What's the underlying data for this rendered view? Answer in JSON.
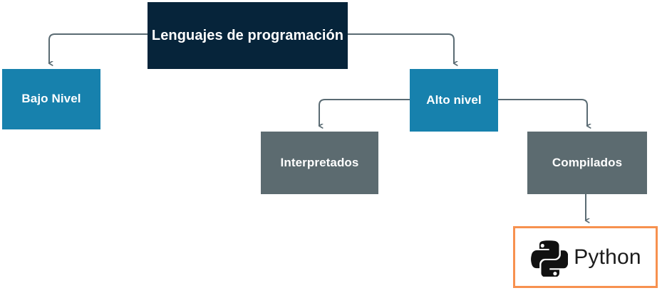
{
  "diagram": {
    "title": "Lenguajes de programación",
    "nodes": {
      "root": {
        "label": "Lenguajes de programación"
      },
      "bajo_nivel": {
        "label": "Bajo Nivel"
      },
      "alto_nivel": {
        "label": "Alto nivel"
      },
      "interpretados": {
        "label": "Interpretados"
      },
      "compilados": {
        "label": "Compilados"
      },
      "python": {
        "label": "Python",
        "logo_icon": "python-logo-icon"
      }
    },
    "colors": {
      "root_fill": "#06243a",
      "level_fill": "#1781ad",
      "category_fill": "#5c6b70",
      "card_border": "#f7914f",
      "card_fill": "#ffffff",
      "connector": "#5a6b73",
      "node_text": "#ffffff",
      "card_text": "#1c1c1c"
    },
    "connectors": [
      {
        "from": "root",
        "to": "bajo_nivel",
        "style": "elbow-left-down",
        "arrow": true
      },
      {
        "from": "root",
        "to": "alto_nivel",
        "style": "elbow-right-down",
        "arrow": true
      },
      {
        "from": "alto_nivel",
        "to": "interpretados",
        "style": "elbow-left-down",
        "arrow": true
      },
      {
        "from": "alto_nivel",
        "to": "compilados",
        "style": "elbow-right-down",
        "arrow": true
      },
      {
        "from": "compilados",
        "to": "python",
        "style": "straight-down",
        "arrow": true
      }
    ]
  }
}
